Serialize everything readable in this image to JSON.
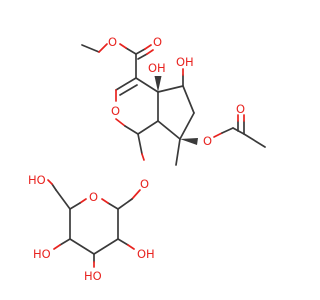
{
  "atom_labels": {
    "ester_carbonyl_o": "O",
    "ester_o": "O",
    "ring_o": "O",
    "oh_4a": "OH",
    "oh_5": "OH",
    "acetoxy_o": "O",
    "acetyl_o": "O",
    "glycosidic_o": "O",
    "sugar_ring_o": "O",
    "ch2_oh": "HO",
    "oh_sugar_4": "HO",
    "oh_sugar_3": "HO",
    "oh_sugar_2": "OH"
  },
  "colors": {
    "bond": "#3a3a3a",
    "heteroatom": "#e8231f",
    "background": "#ffffff"
  }
}
